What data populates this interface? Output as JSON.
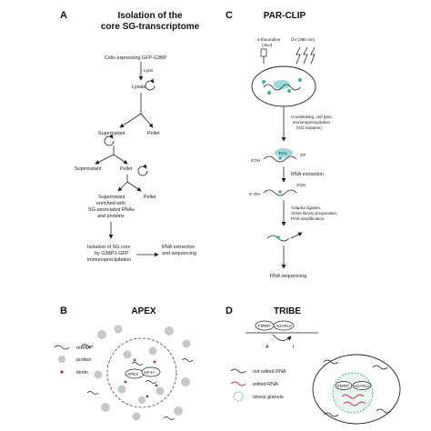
{
  "panel_a": {
    "letter": "A",
    "title_line1": "Isolation of the",
    "title_line2": "core SG-transcriptome",
    "cells": "Cells expressing GFP-G3BP",
    "lysis": "Lysis",
    "lysate": "Lysate",
    "supernatant1": "Supernatant",
    "pellet1": "Pellet",
    "supernatant2": "Supernatant",
    "pellet2": "Pellet",
    "supernatant3_l1": "Supernatant",
    "supernatant3_l2": "enriched with",
    "supernatant3_l3": "SG-associated RNAs",
    "supernatant3_l4": "and proteins",
    "pellet3": "Pellet",
    "iso_l1": "Isolation of SG core",
    "iso_l2": "by G3BP1-GFP",
    "iso_l3": "immunoprecipitation",
    "rna_l1": "RNA extraction",
    "rna_l2": "and sequencing"
  },
  "panel_b": {
    "letter": "B",
    "title": "APEX",
    "legend_mrna": "mRNA",
    "legend_protein": "protein",
    "legend_biotin": "biotin",
    "apex_label": "APEX",
    "eif_label": "eIF4A"
  },
  "panel_c": {
    "letter": "C",
    "title": "PAR-CLIP",
    "thiouridine_l1": "4-thiouridine",
    "thiouridine_l2": "(4sU)",
    "uv_label": "UV (365 nm)",
    "crosslink_l1": "Crosslinking, cell lysis,",
    "crosslink_l2": "immunoprecipitation",
    "crosslink_l3": "(SG isolation)",
    "tia1": "TIA1",
    "five_oh": "5'OH",
    "three_p": "3'P",
    "rna_extraction": "RNA extraction",
    "five_oh2": "5'-OH",
    "three_oh": "3'OH",
    "adaptor_l1": "Adaptor ligation,",
    "adaptor_l2": "cDNA library preparation,",
    "adaptor_l3": "PCR amplification",
    "rna_seq": "RNA sequencing"
  },
  "panel_d": {
    "letter": "D",
    "title": "TRIBE",
    "fmrp": "FMRP",
    "adar": "ADARcd",
    "base_a": "A",
    "base_i": "I",
    "legend_not_edited": "not edited RNA",
    "legend_edited": "edited RNA",
    "legend_sg": "stress granule",
    "fmrp2": "FMRP",
    "adar2": "ADARcd"
  },
  "colors": {
    "protein": "#c8c8c8",
    "biotin": "#cc2222",
    "teal": "#3cb39a",
    "cyan": "#9ad9e0",
    "edited": "#d93a3a"
  }
}
